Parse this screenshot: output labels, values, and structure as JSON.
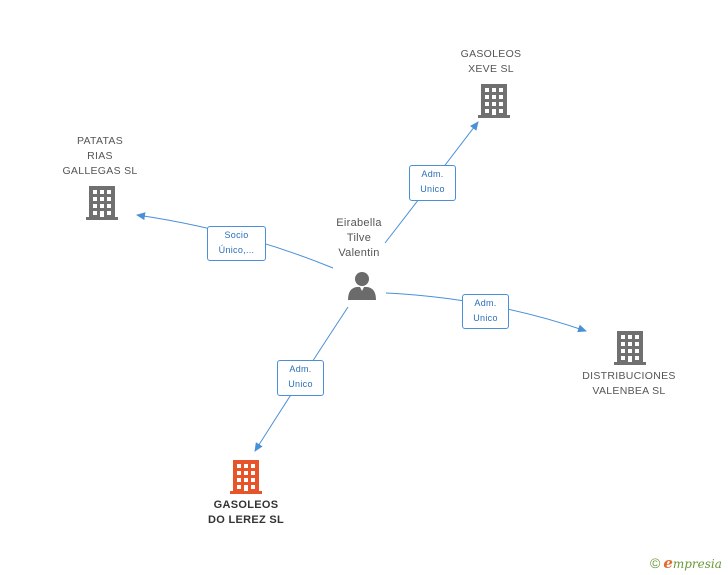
{
  "colors": {
    "edge": "#4a90d9",
    "company_icon": "#707070",
    "focus_icon": "#e8542a",
    "person_icon": "#6b6b6b"
  },
  "person": {
    "name_lines": [
      "Eirabella",
      "Tilve",
      "Valentin"
    ],
    "icon": "person-icon"
  },
  "companies": {
    "gasoleos_xeve": {
      "lines": [
        "GASOLEOS",
        "XEVE SL"
      ],
      "icon": "building-icon"
    },
    "patatas_rias": {
      "lines": [
        "PATATAS",
        "RIAS",
        "GALLEGAS SL"
      ],
      "icon": "building-icon"
    },
    "distribuciones": {
      "lines": [
        "DISTRIBUCIONES",
        "VALENBEA SL"
      ],
      "icon": "building-icon"
    },
    "gasoleos_lerez": {
      "lines": [
        "GASOLEOS",
        "DO LEREZ SL"
      ],
      "icon": "building-icon",
      "focus": true
    }
  },
  "edges": {
    "to_xeve": {
      "lines": [
        "Adm.",
        "Unico"
      ]
    },
    "to_patatas": {
      "lines": [
        "Socio",
        "Único,..."
      ]
    },
    "to_distribuciones": {
      "lines": [
        "Adm.",
        "Unico"
      ]
    },
    "to_lerez": {
      "lines": [
        "Adm.",
        "Unico"
      ]
    }
  },
  "footer": {
    "copyright": "©",
    "brand_initial": "e",
    "brand_rest": "mpresia"
  }
}
